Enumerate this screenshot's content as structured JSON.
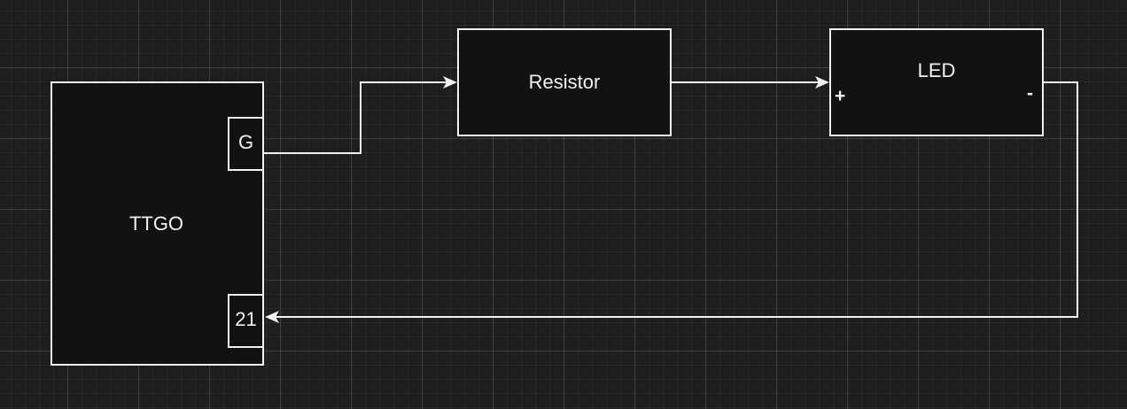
{
  "diagram": {
    "background": "#1e1e1e",
    "stroke": "#f2f2f2",
    "fill": "#121212",
    "nodes": {
      "ttgo": {
        "label": "TTGO"
      },
      "pin_g": {
        "label": "G"
      },
      "pin_21": {
        "label": "21"
      },
      "resistor": {
        "label": "Resistor"
      },
      "led": {
        "label": "LED",
        "plus_label": "+",
        "minus_label": "-"
      }
    },
    "edges": [
      {
        "from": "pin_g",
        "to": "resistor"
      },
      {
        "from": "resistor",
        "to": "led"
      },
      {
        "from": "led",
        "to": "pin_21"
      }
    ]
  }
}
